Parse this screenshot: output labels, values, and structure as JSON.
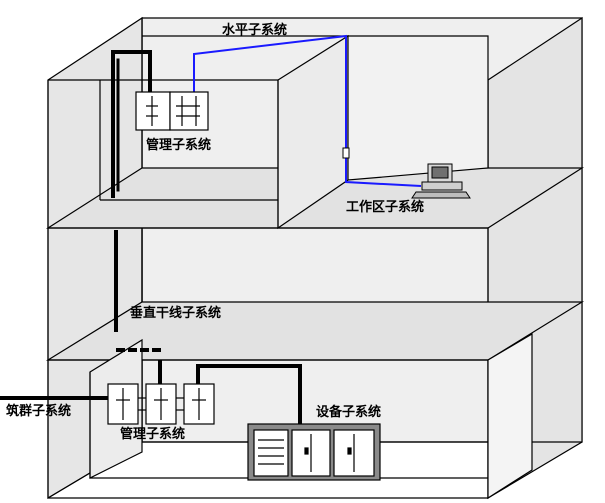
{
  "labels": {
    "horizontal": "水平子系统",
    "mgmt_upper": "管理子系统",
    "work_area": "工作区子系统",
    "vertical": "垂直干线子系统",
    "building_group": "筑群子系统",
    "mgmt_lower": "管理子系统",
    "equipment": "设备子系统"
  },
  "colors": {
    "wall": "#e9e9e9",
    "wall_light": "#eeeeee",
    "wall_dark": "#dcdcdc",
    "cable_blue": "#1a1aff",
    "cable_black": "#000000",
    "outline": "#000000"
  },
  "icons": {
    "computer": "computer-icon",
    "rack": "patch-panel-icon",
    "cabinet": "equipment-cabinet-icon",
    "outlet": "wall-outlet-icon"
  }
}
